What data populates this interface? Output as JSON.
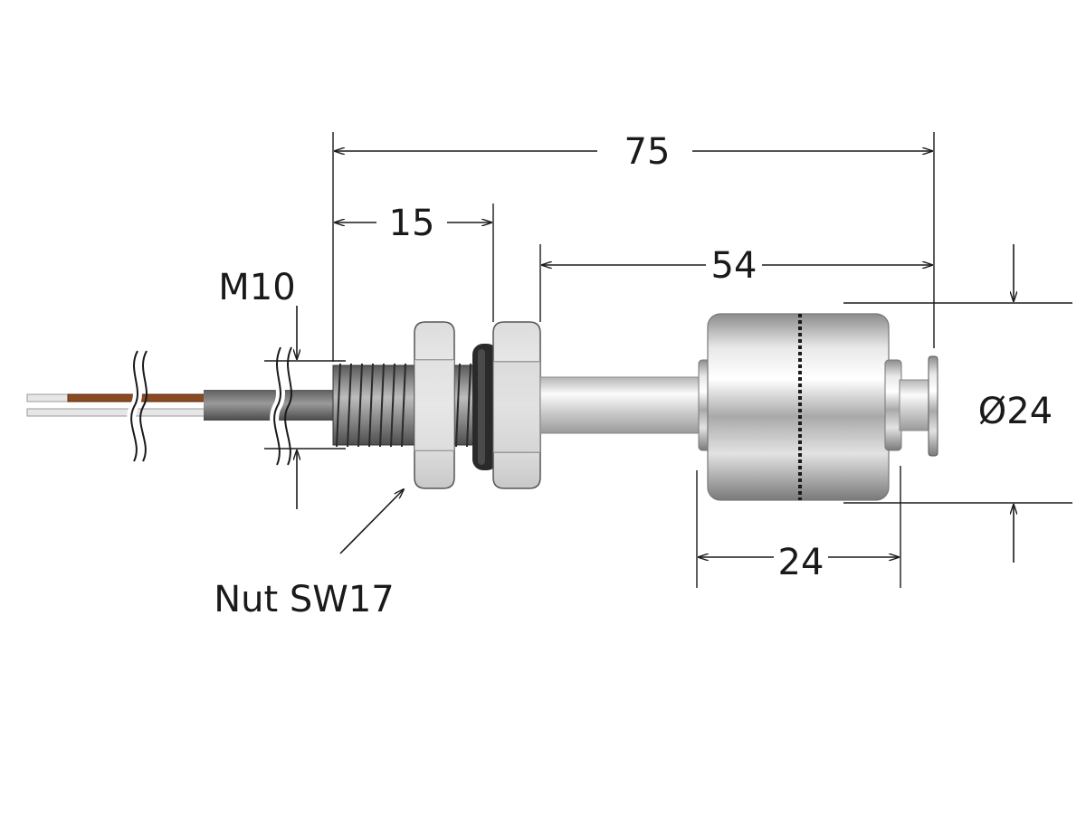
{
  "dimensions": {
    "total_length": "75",
    "thread_length": "15",
    "stem_length": "54",
    "float_length": "24",
    "float_diameter": "Ø24",
    "thread_size": "M10"
  },
  "callouts": {
    "nut": "Nut SW17"
  },
  "colors": {
    "line": "#1a1a1a",
    "steel_light": "#f2f2f2",
    "steel_dark": "#8a8a8a",
    "wire_brown": "#8a4a22",
    "cable_grey": "#6e6e6e",
    "oring": "#2a2a2a"
  }
}
